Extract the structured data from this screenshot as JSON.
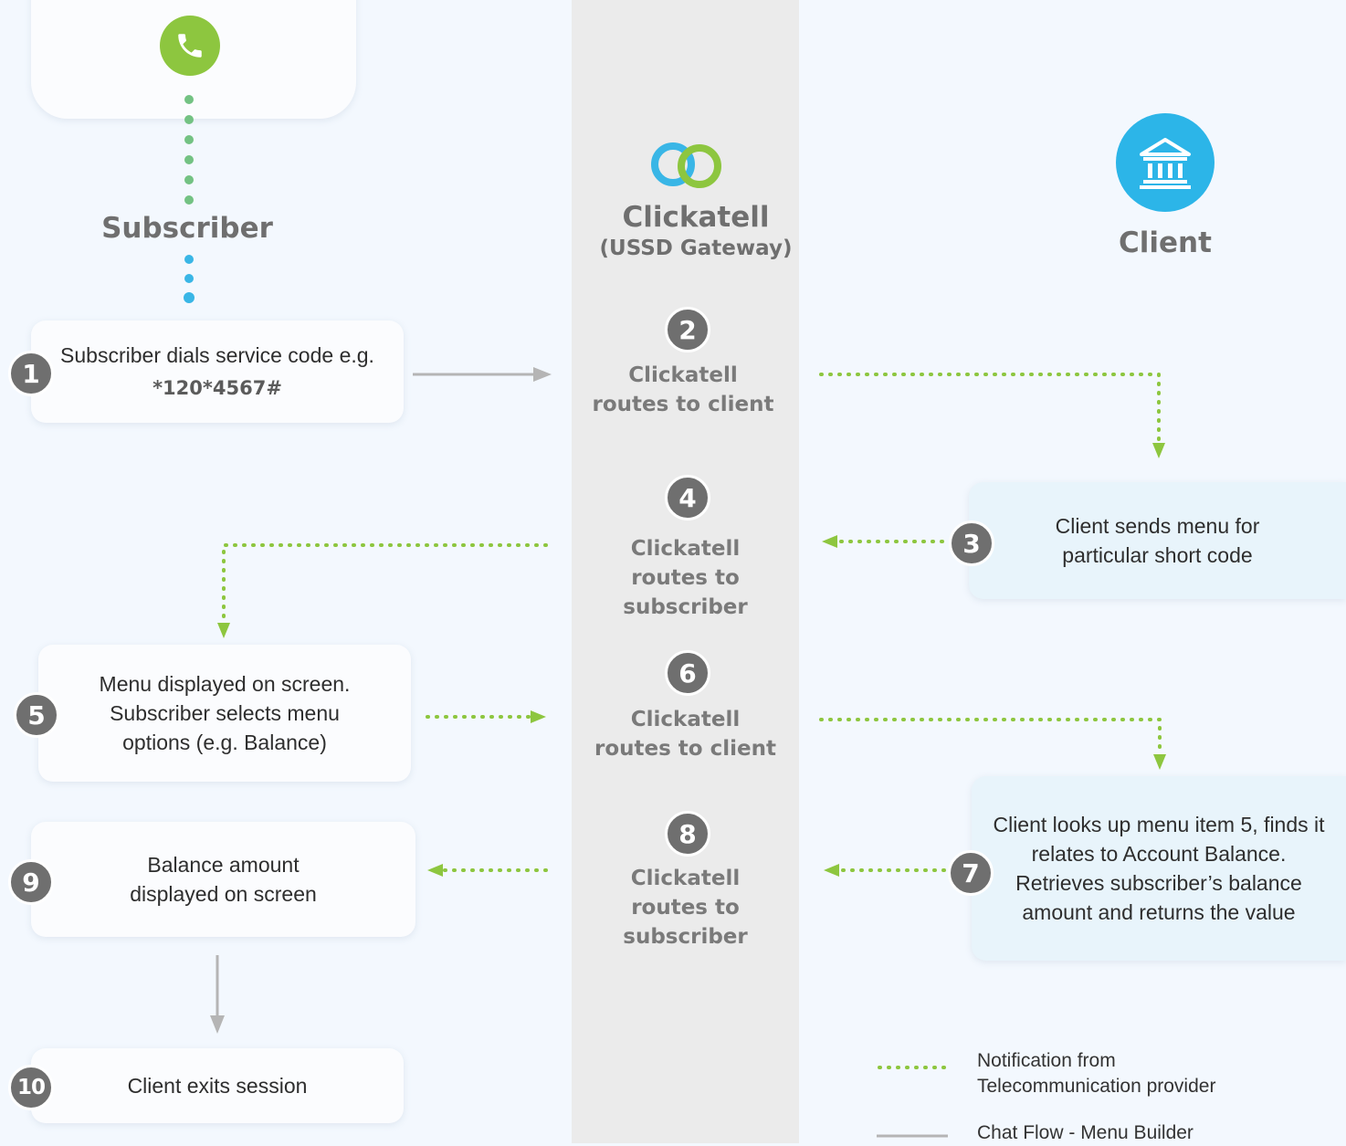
{
  "colors": {
    "notification": "#8dc63f",
    "chat_flow": "#b5b5b5",
    "phone": "#8dc63f",
    "client_icon": "#2cb5e8",
    "dot_blue": "#39b6e6"
  },
  "icons": {
    "phone": "phone-icon",
    "clickatell": "clickatell-logo",
    "client": "bank-icon"
  },
  "headings": {
    "subscriber": "Subscriber",
    "gateway_name": "Clickatell",
    "gateway_sub": "(USSD Gateway)",
    "client": "Client"
  },
  "steps": [
    {
      "num": "1",
      "text": "Subscriber dials service code e.g.",
      "code": "*120*4567#"
    },
    {
      "num": "2",
      "text": "Clickatell routes to client"
    },
    {
      "num": "3",
      "text": "Client sends menu for particular short code"
    },
    {
      "num": "4",
      "text": "Clickatell routes to subscriber"
    },
    {
      "num": "5",
      "text": "Menu displayed on screen. Subscriber selects menu options (e.g. Balance)"
    },
    {
      "num": "6",
      "text": "Clickatell routes to client"
    },
    {
      "num": "7",
      "text": "Client looks up menu item 5, finds it relates to Account Balance. Retrieves subscriber’s balance amount and returns the value"
    },
    {
      "num": "8",
      "text": "Clickatell routes to subscriber"
    },
    {
      "num": "9",
      "text": "Balance amount displayed on screen"
    },
    {
      "num": "10",
      "text": "Client exits session"
    }
  ],
  "legend": [
    {
      "label": "Notification from Telecommunication provider",
      "style": "dotted"
    },
    {
      "label": "Chat Flow - Menu Builder",
      "style": "solid"
    }
  ]
}
